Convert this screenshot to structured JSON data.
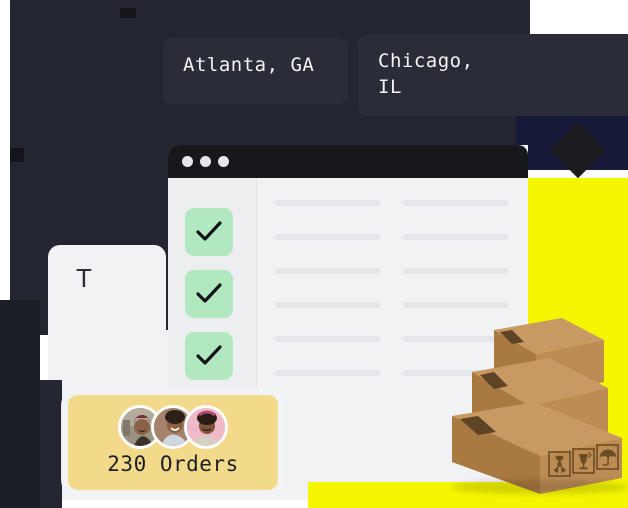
{
  "illustration": {
    "title": "Order tracking illustration",
    "colors": {
      "dark": "#232631",
      "dark_header": "#17181c",
      "navy": "#181a3a",
      "yellow": "#f5f500",
      "card_yellow": "#f3da8b",
      "check_green": "#b2e8bf",
      "panel_grey": "#f1f2f4",
      "line_grey": "#e4e6ea",
      "box_brown": "#c08f5b"
    }
  },
  "location_pills": [
    {
      "id": "atlanta",
      "label": "Atlanta, GA"
    },
    {
      "id": "chicago",
      "label": "Chicago,\nIL"
    }
  ],
  "browser_window": {
    "traffic_lights": [
      {
        "name": "window-dot-close",
        "color": "#e6e7ea"
      },
      {
        "name": "window-dot-minimize",
        "color": "#e6e7ea"
      },
      {
        "name": "window-dot-maximize",
        "color": "#e6e7ea"
      }
    ],
    "checklist": [
      {
        "id": "check-1",
        "checked": true
      },
      {
        "id": "check-2",
        "checked": true
      },
      {
        "id": "check-3",
        "checked": true
      }
    ],
    "content_columns": [
      {
        "id": "column-left",
        "rows": 6
      },
      {
        "id": "column-right",
        "rows": 6
      }
    ]
  },
  "side_card": {
    "letter": "T"
  },
  "orders_card": {
    "count_label": "230 Orders",
    "avatars": [
      {
        "id": "avatar-1",
        "alt": "person-1"
      },
      {
        "id": "avatar-2",
        "alt": "person-2"
      },
      {
        "id": "avatar-3",
        "alt": "person-3"
      }
    ]
  },
  "packages": {
    "count": 3,
    "symbols": [
      {
        "id": "radioactive-symbol"
      },
      {
        "id": "fragile-glass-symbol"
      },
      {
        "id": "keep-dry-umbrella-symbol"
      }
    ]
  }
}
